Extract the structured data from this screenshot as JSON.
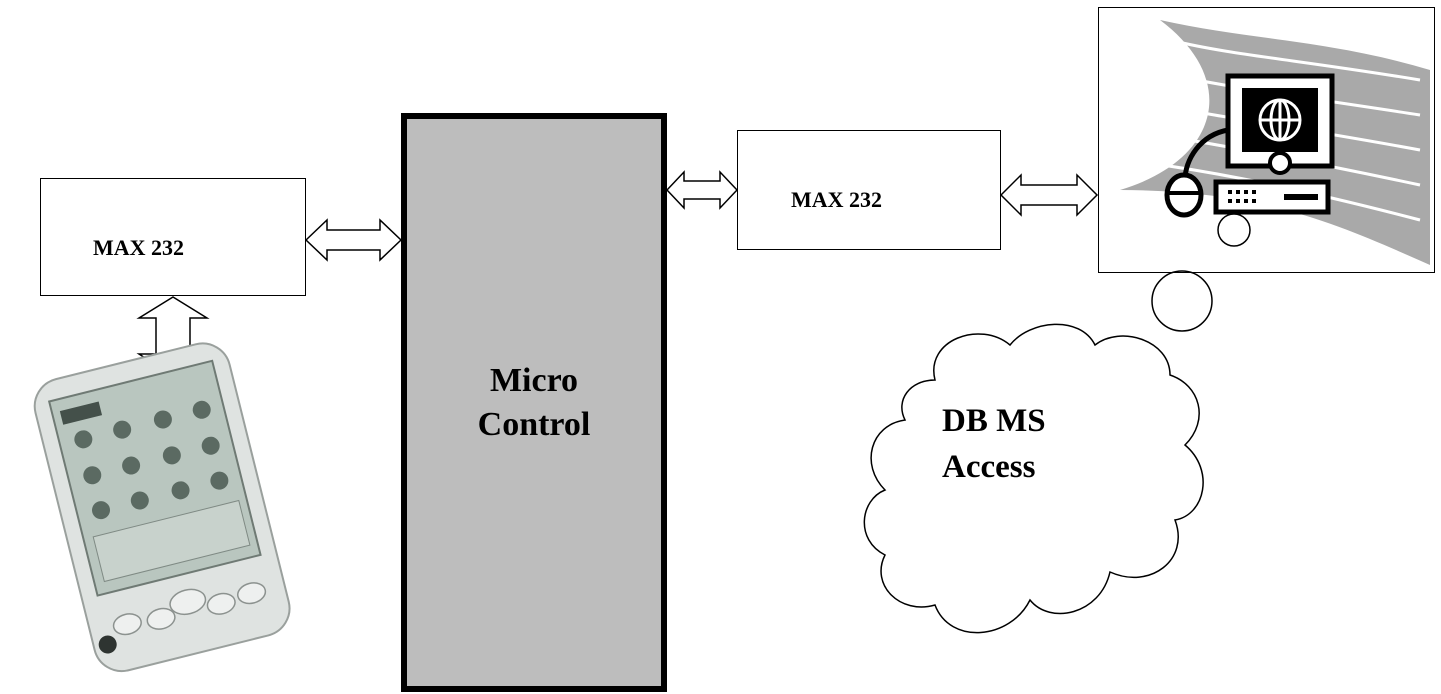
{
  "left_box": {
    "label": "MAX 232"
  },
  "right_box": {
    "label": "MAX 232"
  },
  "micro": {
    "line1": "Micro",
    "line2": "Control"
  },
  "database": {
    "line1": "DB MS",
    "line2": "Access"
  },
  "icons": {
    "pda": "pda-device-icon",
    "computer": "computer-icon",
    "globe": "globe-icon",
    "mouse": "mouse-icon"
  },
  "colors": {
    "micro_fill": "#bdbdbd",
    "stroke": "#000000",
    "swoosh": "#a9a9a9"
  }
}
